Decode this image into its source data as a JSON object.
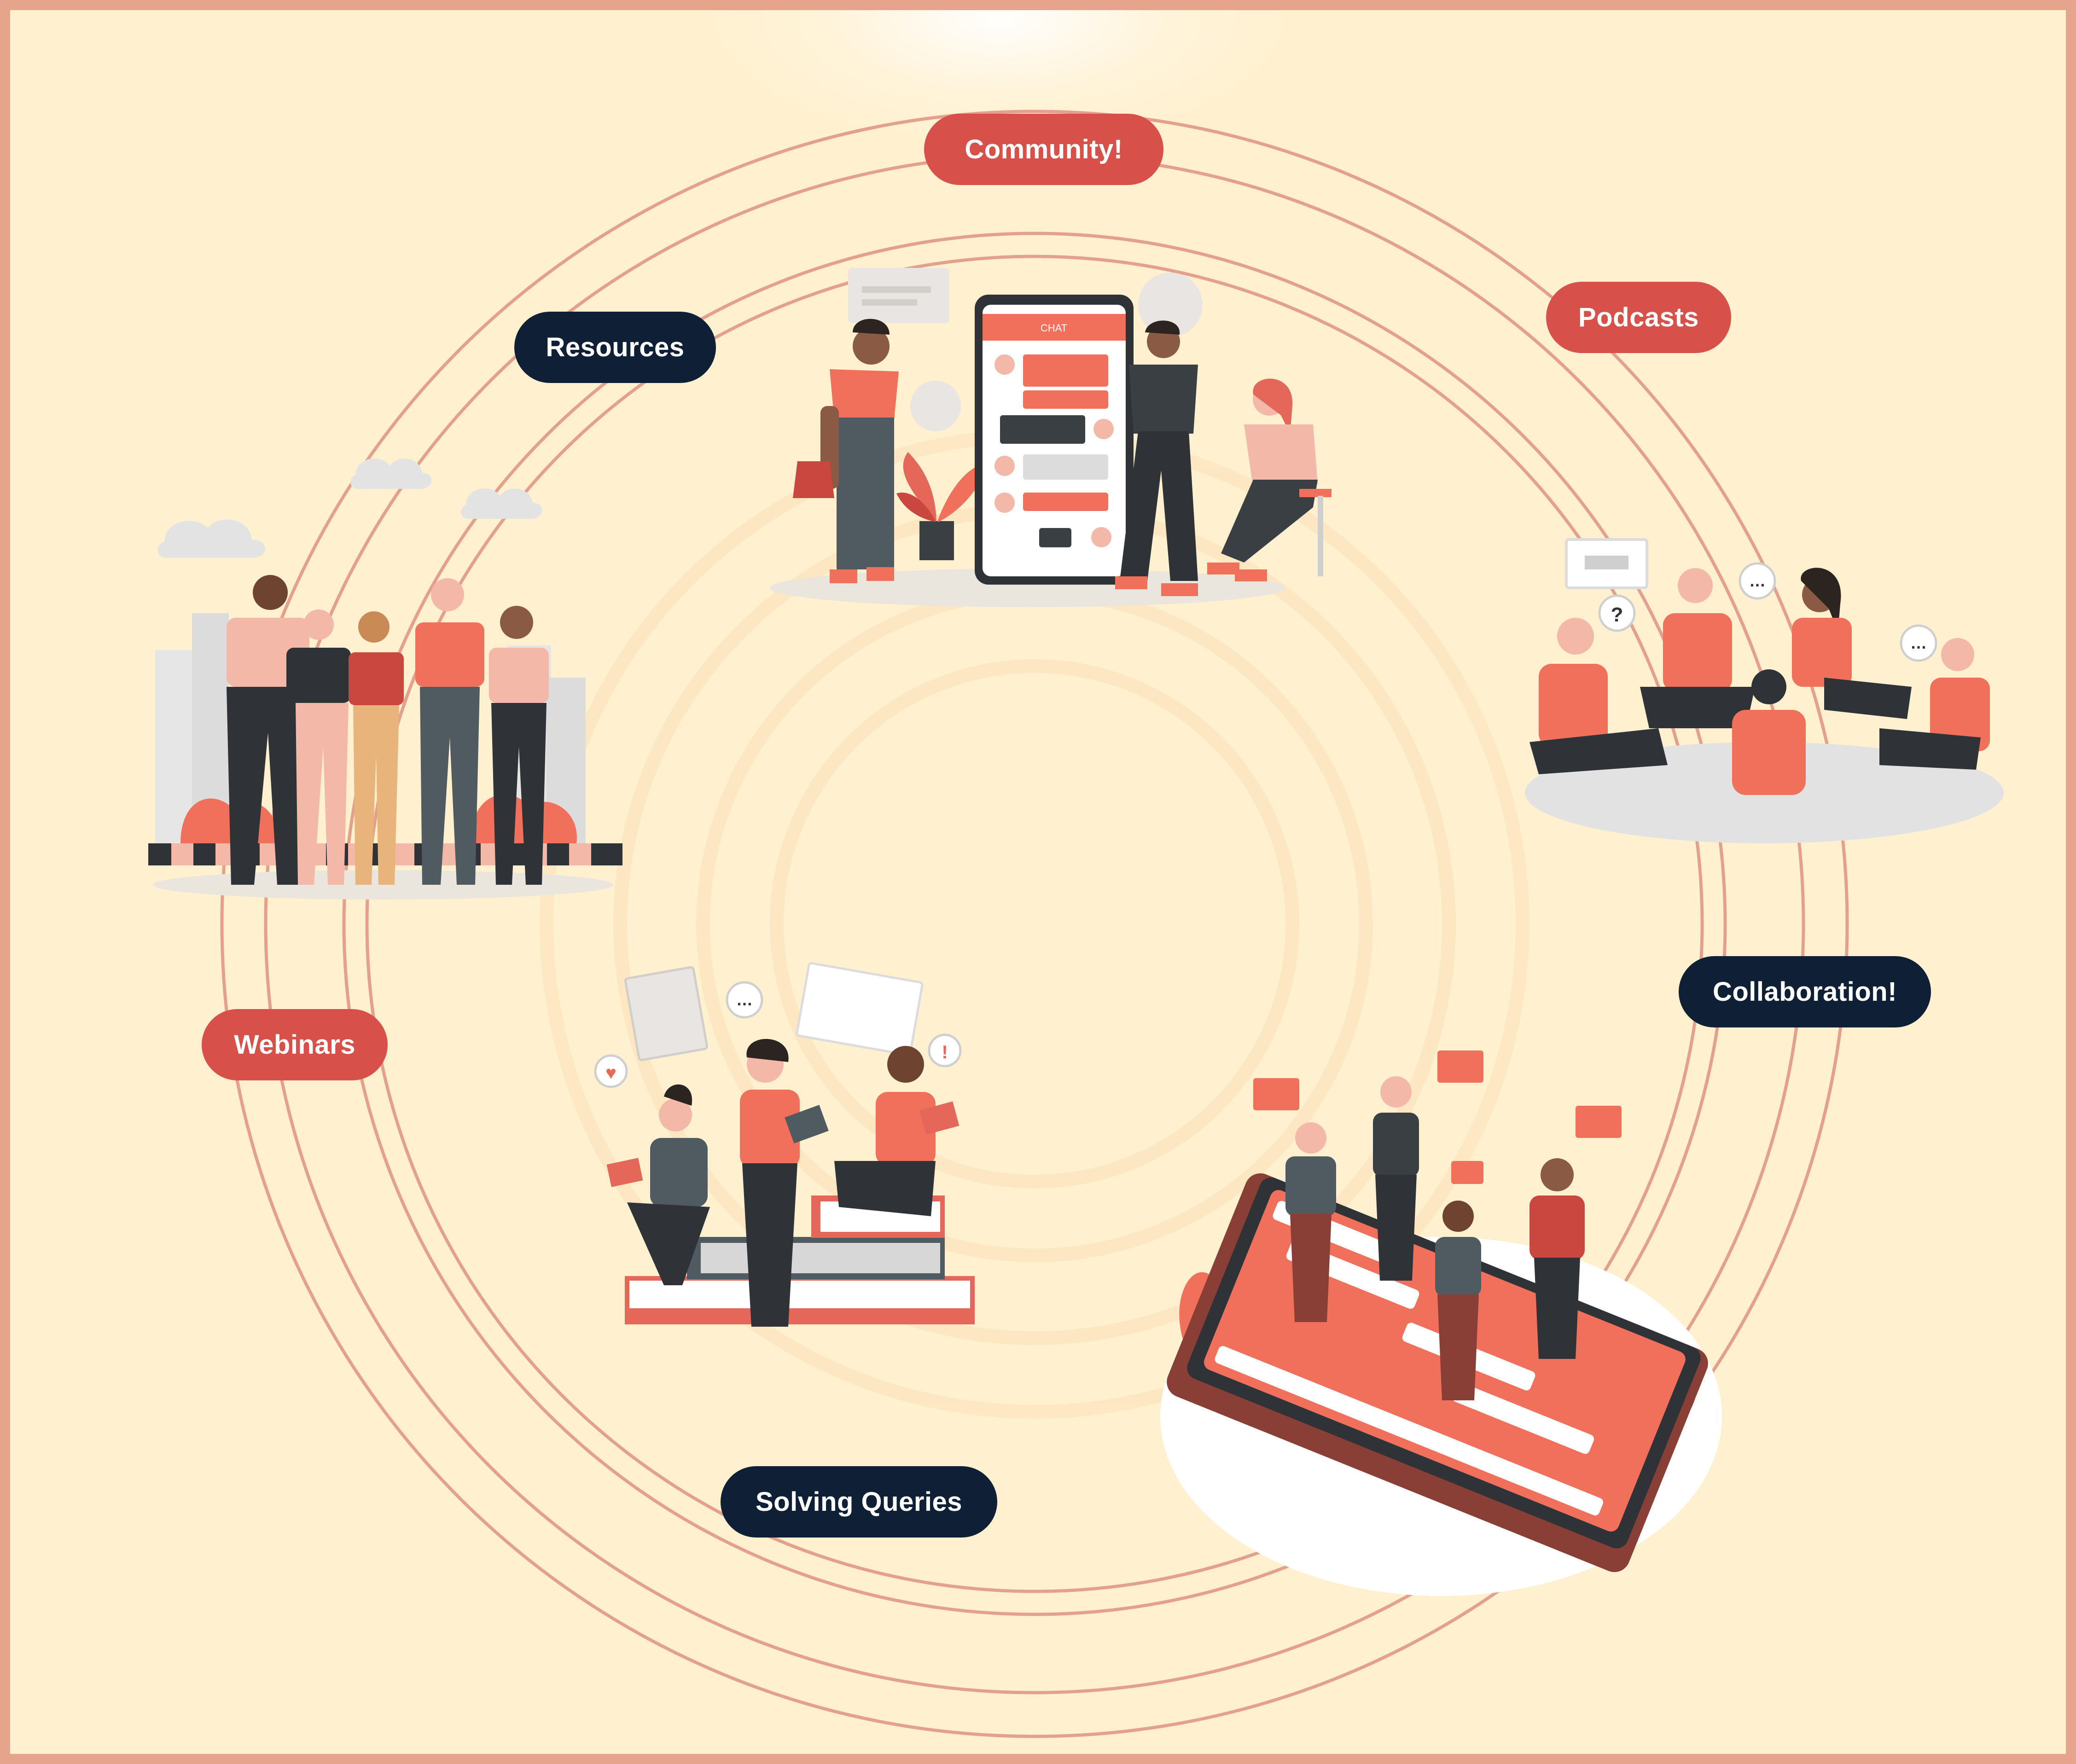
{
  "labels": {
    "community": "Community!",
    "resources": "Resources",
    "podcasts": "Podcasts",
    "collaboration": "Collaboration!",
    "webinars": "Webinars",
    "solving_queries": "Solving Queries"
  },
  "chat_screen": {
    "title": "CHAT"
  },
  "colors": {
    "background": "#fff1cf",
    "frame": "#e7a48c",
    "ring": "#e4a08c",
    "red_pill": "#d8504a",
    "navy_pill": "#0e1f36",
    "accent": "#f0705c",
    "dark": "#3a3f44"
  }
}
